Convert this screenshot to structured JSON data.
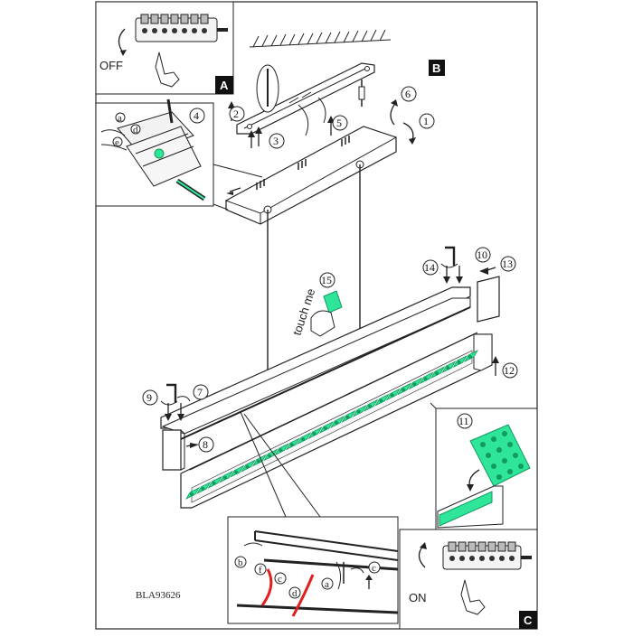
{
  "diagram": {
    "colors": {
      "line": "#222222",
      "led": "#2ee59a",
      "led_dark": "#139a5e",
      "red": "#e0201e",
      "panel": "#f2f2f2"
    },
    "panels": {
      "A": {
        "label": "A",
        "switch_text": "OFF"
      },
      "B": {
        "label": "B"
      },
      "C": {
        "label": "C",
        "switch_text": "ON"
      }
    },
    "steps": [
      "1",
      "2",
      "3",
      "4",
      "5",
      "6",
      "7",
      "8",
      "9",
      "10",
      "11",
      "12",
      "13",
      "14",
      "15"
    ],
    "sub_steps": [
      "a",
      "b",
      "c",
      "d",
      "e",
      "f"
    ],
    "touch_text": "touch me",
    "model_code": "BLA93626"
  }
}
